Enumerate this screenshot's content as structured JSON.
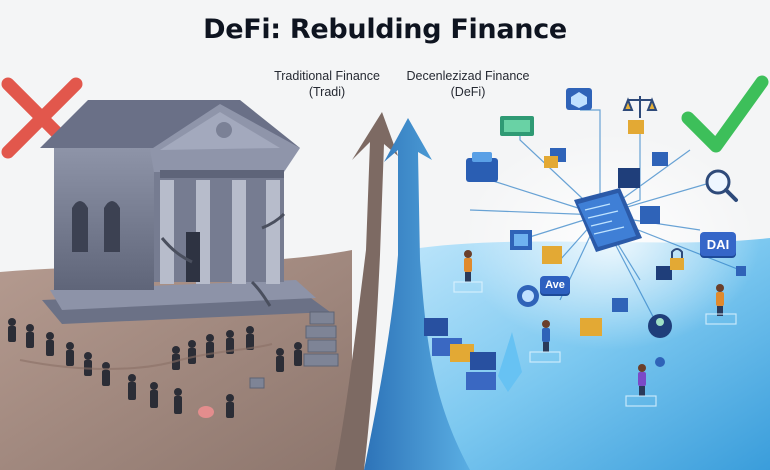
{
  "title": "DeFi: Rebulding Finance",
  "labels": {
    "traditional_line1": "Traditional Finance",
    "traditional_line2": "(Tradi)",
    "defi_line1": "Decenlezizad Finance",
    "defi_line2": "(DeFi)"
  },
  "badges": {
    "dai": "DAI",
    "aave": "Ave"
  },
  "icons": {
    "reject": "red-x-icon",
    "approve": "green-check-icon"
  },
  "colors": {
    "reject": "#e2574c",
    "approve": "#3dbf5a",
    "traditional_ground": "#a58b80",
    "defi_ground": "#5fb6e8",
    "traditional_arrow": "#7d6a63",
    "defi_arrow": "#3e8ecf",
    "bank_stone": "#7b8196"
  }
}
